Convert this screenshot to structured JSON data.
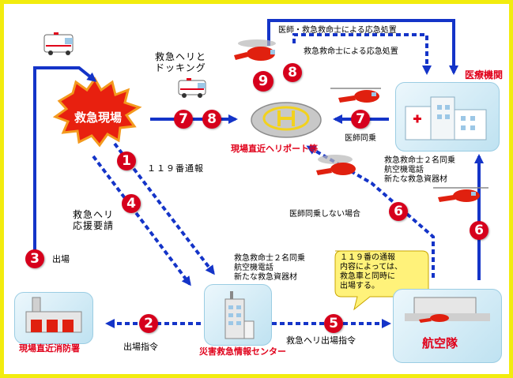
{
  "nodes": {
    "scene": "救急現場",
    "heliport": "現場直近ヘリポート等",
    "hospital": "医療機関",
    "fire_station": "現場直近消防署",
    "dispatch_center": "災害救急情報センター",
    "air_unit": "航空隊"
  },
  "labels": {
    "docking": [
      "救急ヘリと",
      "ドッキング"
    ],
    "doctor_treatment": "医師・救急救命士による応急処置",
    "paramedic_treatment": "救急救命士による応急処置",
    "doctor_ride": "医師同乗",
    "call_119": "１１９番通報",
    "heli_request": [
      "救急ヘリ",
      "応援要請"
    ],
    "dispatch": "出場",
    "dispatch_order": "出場指令",
    "heli_dispatch_order": "救急ヘリ出場指令",
    "no_doctor": "医師同乗しない場合",
    "center_note": [
      "救急救命士２名同乗",
      "航空機電話",
      "新たな救急資器材"
    ],
    "air_note": [
      "救急救命士２名同乗",
      "航空機電話",
      "新たな救急資器材"
    ],
    "bubble": [
      "１１９番の通報",
      "内容によっては、",
      "救急車と同時に",
      "出場する。"
    ]
  },
  "steps": [
    "1",
    "2",
    "3",
    "4",
    "5",
    "6",
    "6",
    "7",
    "7",
    "8",
    "8",
    "9"
  ],
  "colors": {
    "arrow": "#1434c8",
    "marker": "#d6001c",
    "frame": "#f2ec0e",
    "title_red": "#e0001a"
  }
}
